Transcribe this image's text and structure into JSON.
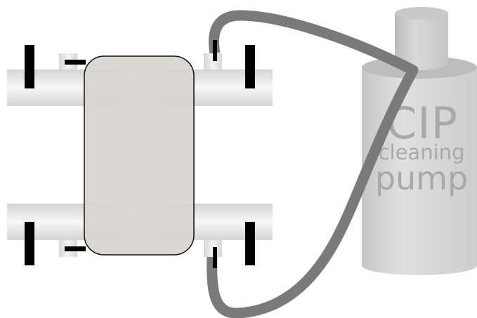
{
  "pump": {
    "label_line1": "CIP",
    "label_line2": "cleaning",
    "label_line3": "pump"
  },
  "colors": {
    "hose": "#7a7a7a",
    "plate": "#d8d5d0",
    "pipe": "#e2e2e2",
    "clamp": "#000000",
    "pump_body": "#d0d0d0",
    "pump_text": "#a9a9a9"
  }
}
